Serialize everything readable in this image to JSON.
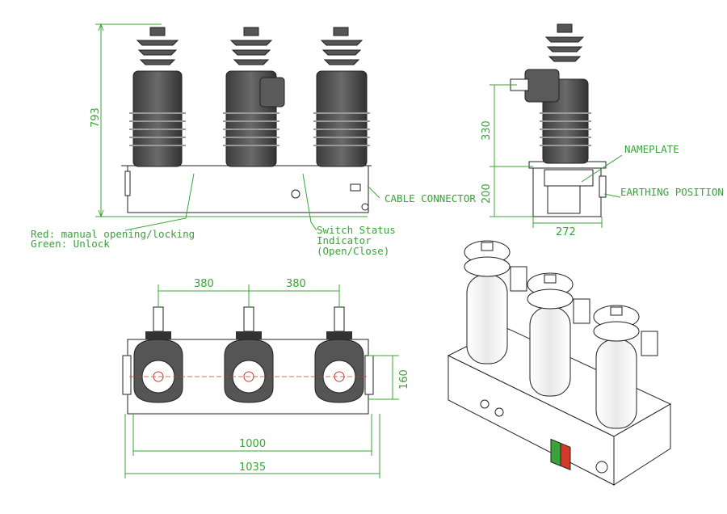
{
  "dimensions": {
    "front_height": "793",
    "side_top": "330",
    "side_bottom": "200",
    "side_width": "272",
    "phase_spacing_1": "380",
    "phase_spacing_2": "380",
    "base_height": "160",
    "base_width_inner": "1000",
    "base_width_outer": "1035"
  },
  "labels": {
    "cable_connector": "CABLE CONNECTOR",
    "nameplate": "NAMEPLATE",
    "earthing_position": "EARTHING POSITION",
    "lock_red": "Red: manual opening/locking",
    "lock_green": "Green: Unlock",
    "switch_status_1": "Switch Status",
    "switch_status_2": "Indicator",
    "switch_status_3": "(Open/Close)"
  },
  "colors": {
    "dimension": "#3aa33a",
    "insulator": "#4a4a4a",
    "outline": "#222222",
    "accent_red": "#d43a2a",
    "accent_green": "#3aa33a"
  }
}
